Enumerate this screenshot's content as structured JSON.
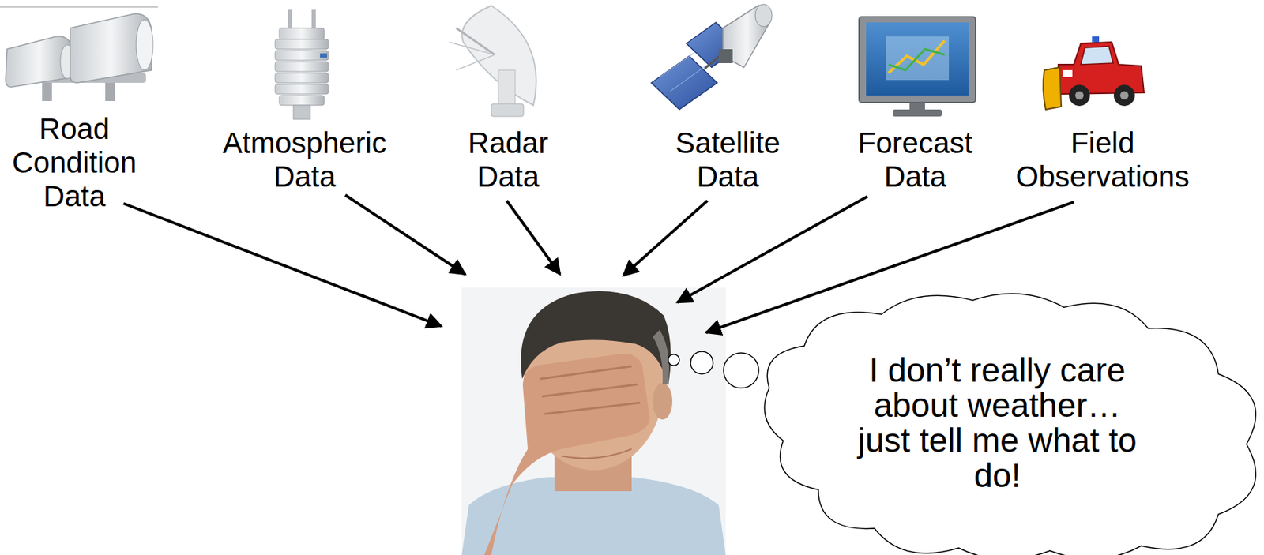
{
  "diagram": {
    "nodes": [
      {
        "text": [
          "I don’t really care about weather…just tell me what to do!"
        ]
      }
    ],
    "labels": [
      "Road Condition Data",
      "Atmospheric Data",
      "Radar Data",
      "Satellite Data",
      "Forecast Data",
      "Field Observations"
    ]
  }
}
